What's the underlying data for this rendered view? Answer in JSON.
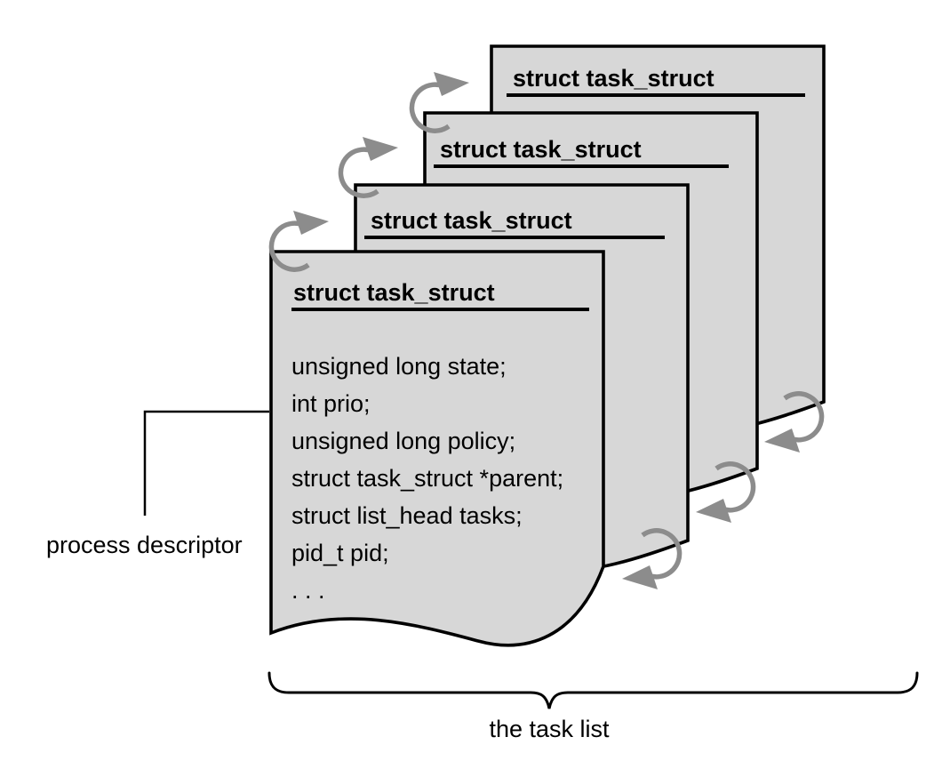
{
  "figure": {
    "cards": [
      {
        "id": "front",
        "title": "struct task_struct"
      },
      {
        "id": "second",
        "title": "struct task_struct"
      },
      {
        "id": "third",
        "title": "struct task_struct"
      },
      {
        "id": "back",
        "title": "struct task_struct"
      }
    ],
    "front_card_fields": [
      "unsigned long state;",
      "int prio;",
      "unsigned long policy;",
      "struct task_struct *parent;",
      "struct list_head tasks;",
      "pid_t pid;",
      ". . ."
    ],
    "labels": {
      "process_descriptor": "process descriptor",
      "task_list": "the task list"
    },
    "colors": {
      "card_fill": "#d7d7d7",
      "card_border": "#000000",
      "arrow": "#8c8c8c",
      "text": "#000000",
      "background": "#ffffff"
    },
    "icons": {
      "rotation_arrow": "clockwise-circular-arrow"
    }
  }
}
